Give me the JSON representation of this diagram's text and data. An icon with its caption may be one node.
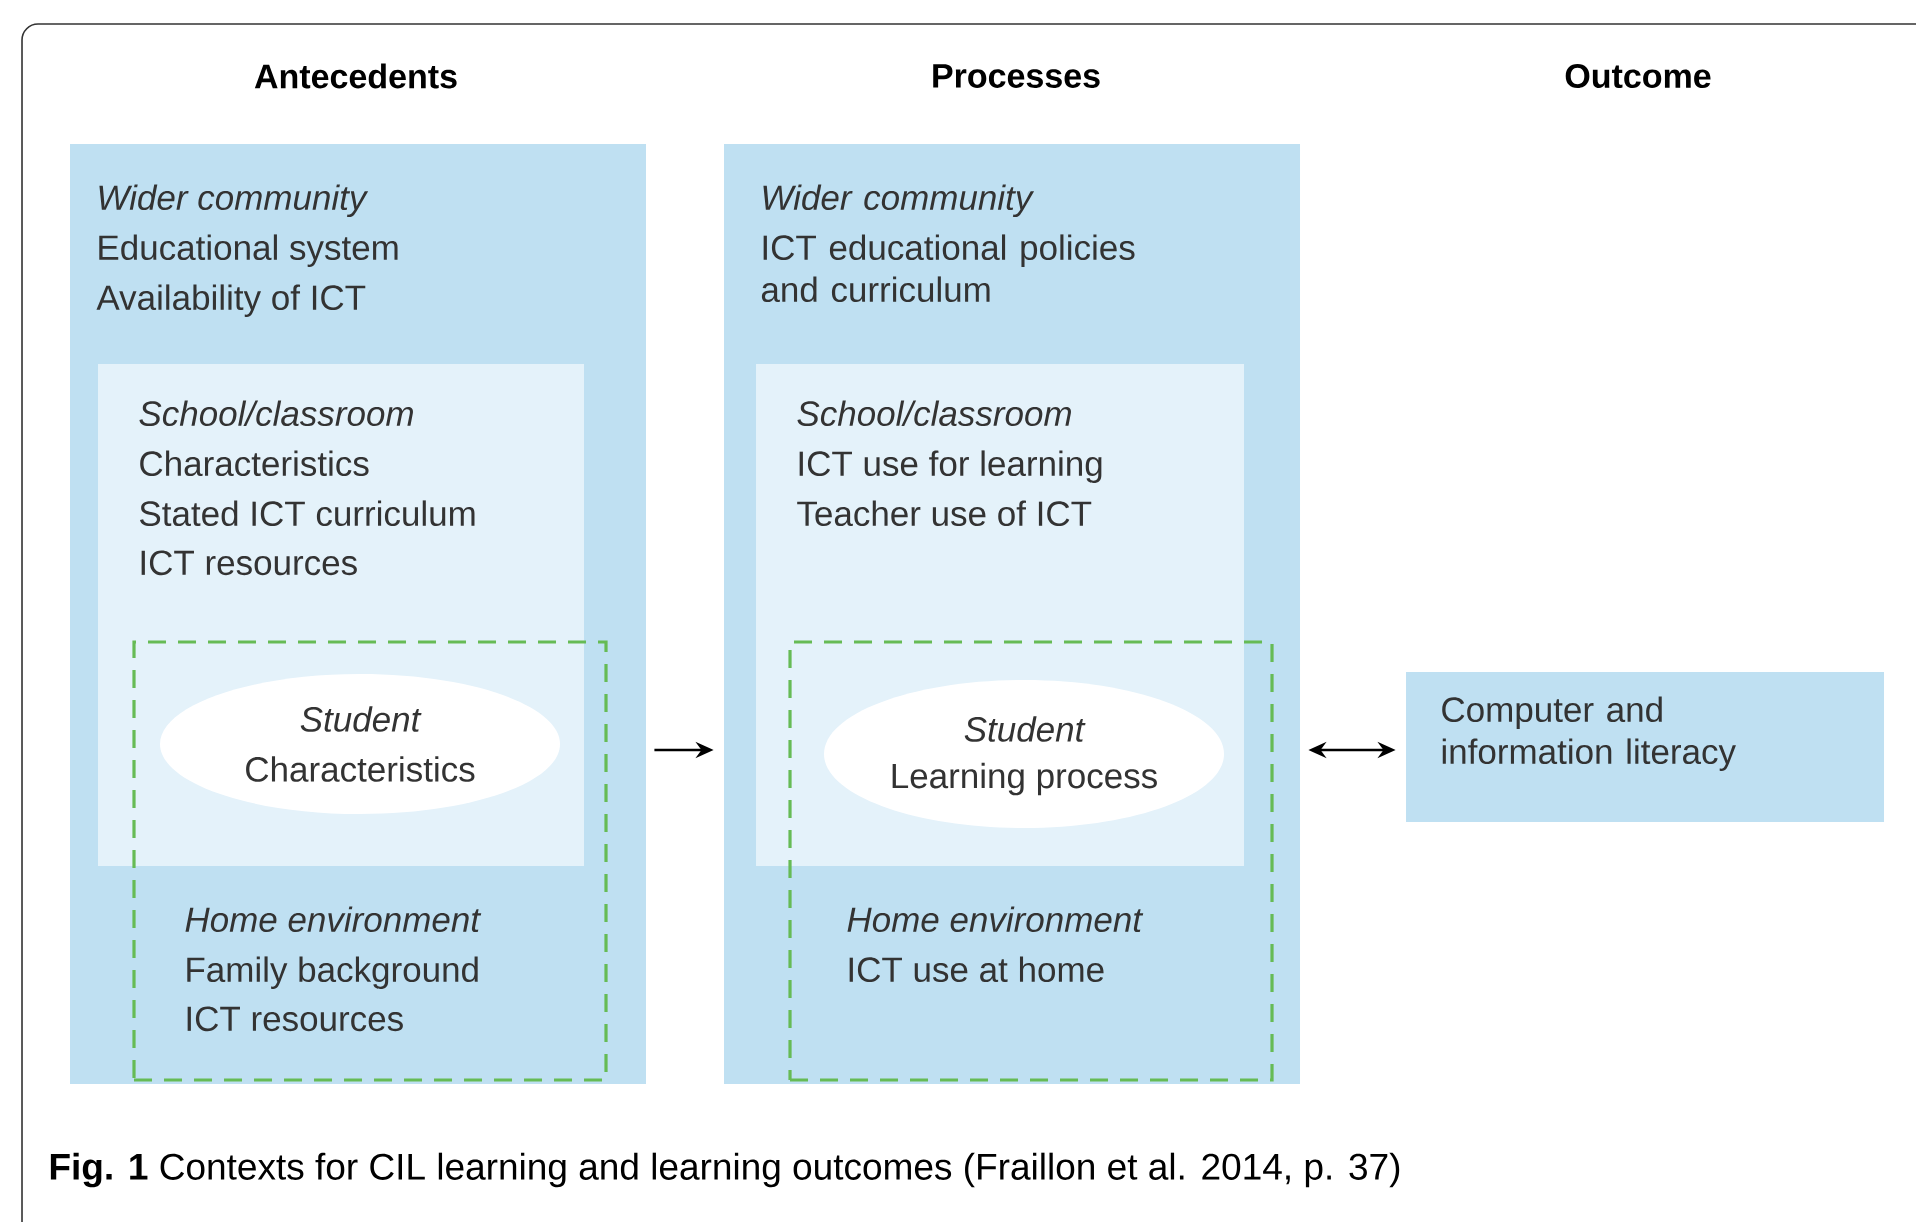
{
  "diagram": {
    "caption": "**Fig. 1** Contexts for CIL learning and learning outcomes (Fraillon et al. 2014, p. 37)",
    "nodes": [
      {
        "text": [
          "Antecedents",
          "Wider community",
          "Educational system",
          "Availability of ICT"
        ]
      },
      {
        "text": [
          "School/classroom",
          "Characteristics",
          "Stated ICT curriculum",
          "ICT resources"
        ],
        "in": 0
      },
      {
        "text": [
          "Home environment",
          "Family background",
          "ICT resources"
        ],
        "in": 0
      },
      {
        "text": [
          "Student",
          "Characteristics"
        ]
      },
      {
        "text": [
          "Processes",
          "Wider community",
          "ICT educational policies and curriculum"
        ]
      },
      {
        "text": [
          "School/classroom",
          "ICT use for learning",
          "Teacher use of ICT"
        ],
        "in": 4
      },
      {
        "text": [
          "Home environment",
          "ICT use at home"
        ],
        "in": 4
      },
      {
        "text": [
          "Student",
          "Learning process"
        ]
      },
      {
        "text": [
          "Computer and information literacy"
        ]
      }
    ],
    "edges": [
      {
        "from": 0,
        "to": 4,
        "arrow": "to"
      },
      {
        "from": 4,
        "to": 8,
        "arrow": "both"
      }
    ],
    "labels": [
      "Outcome"
    ]
  }
}
